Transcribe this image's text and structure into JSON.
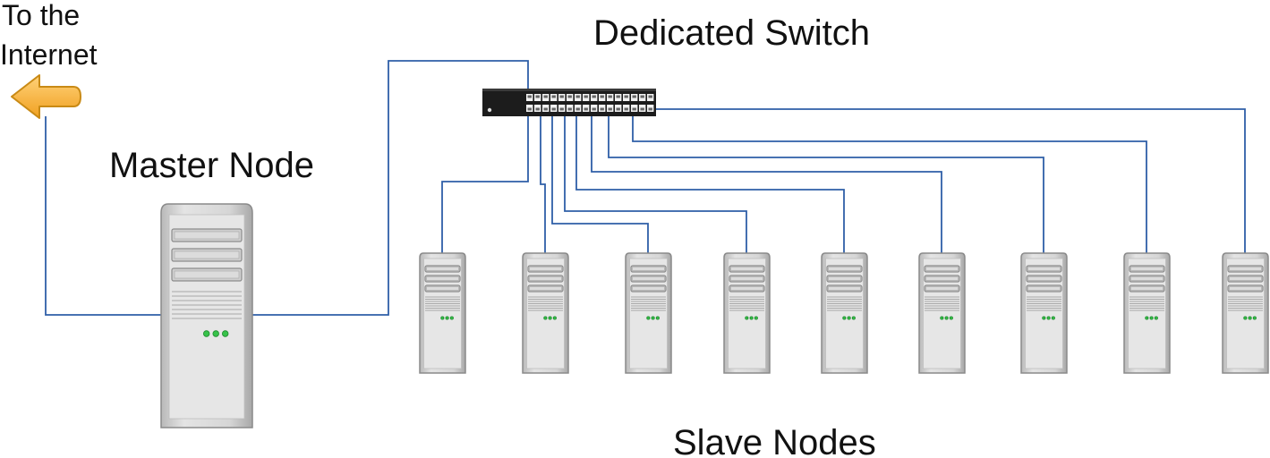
{
  "labels": {
    "internet_line1": "To the",
    "internet_line2": "Internet",
    "master": "Master Node",
    "switch": "Dedicated Switch",
    "slaves": "Slave Nodes"
  },
  "slave_count": 9,
  "switch_port_count": 16,
  "colors": {
    "cable": "#2f5fa7",
    "arrow_fill": "#f4b43c",
    "arrow_stroke": "#c98a15",
    "server_body": "#d3d3d3",
    "server_edge": "#8a8a8a",
    "led": "#37c24a",
    "switch_body": "#1c1c1c"
  }
}
